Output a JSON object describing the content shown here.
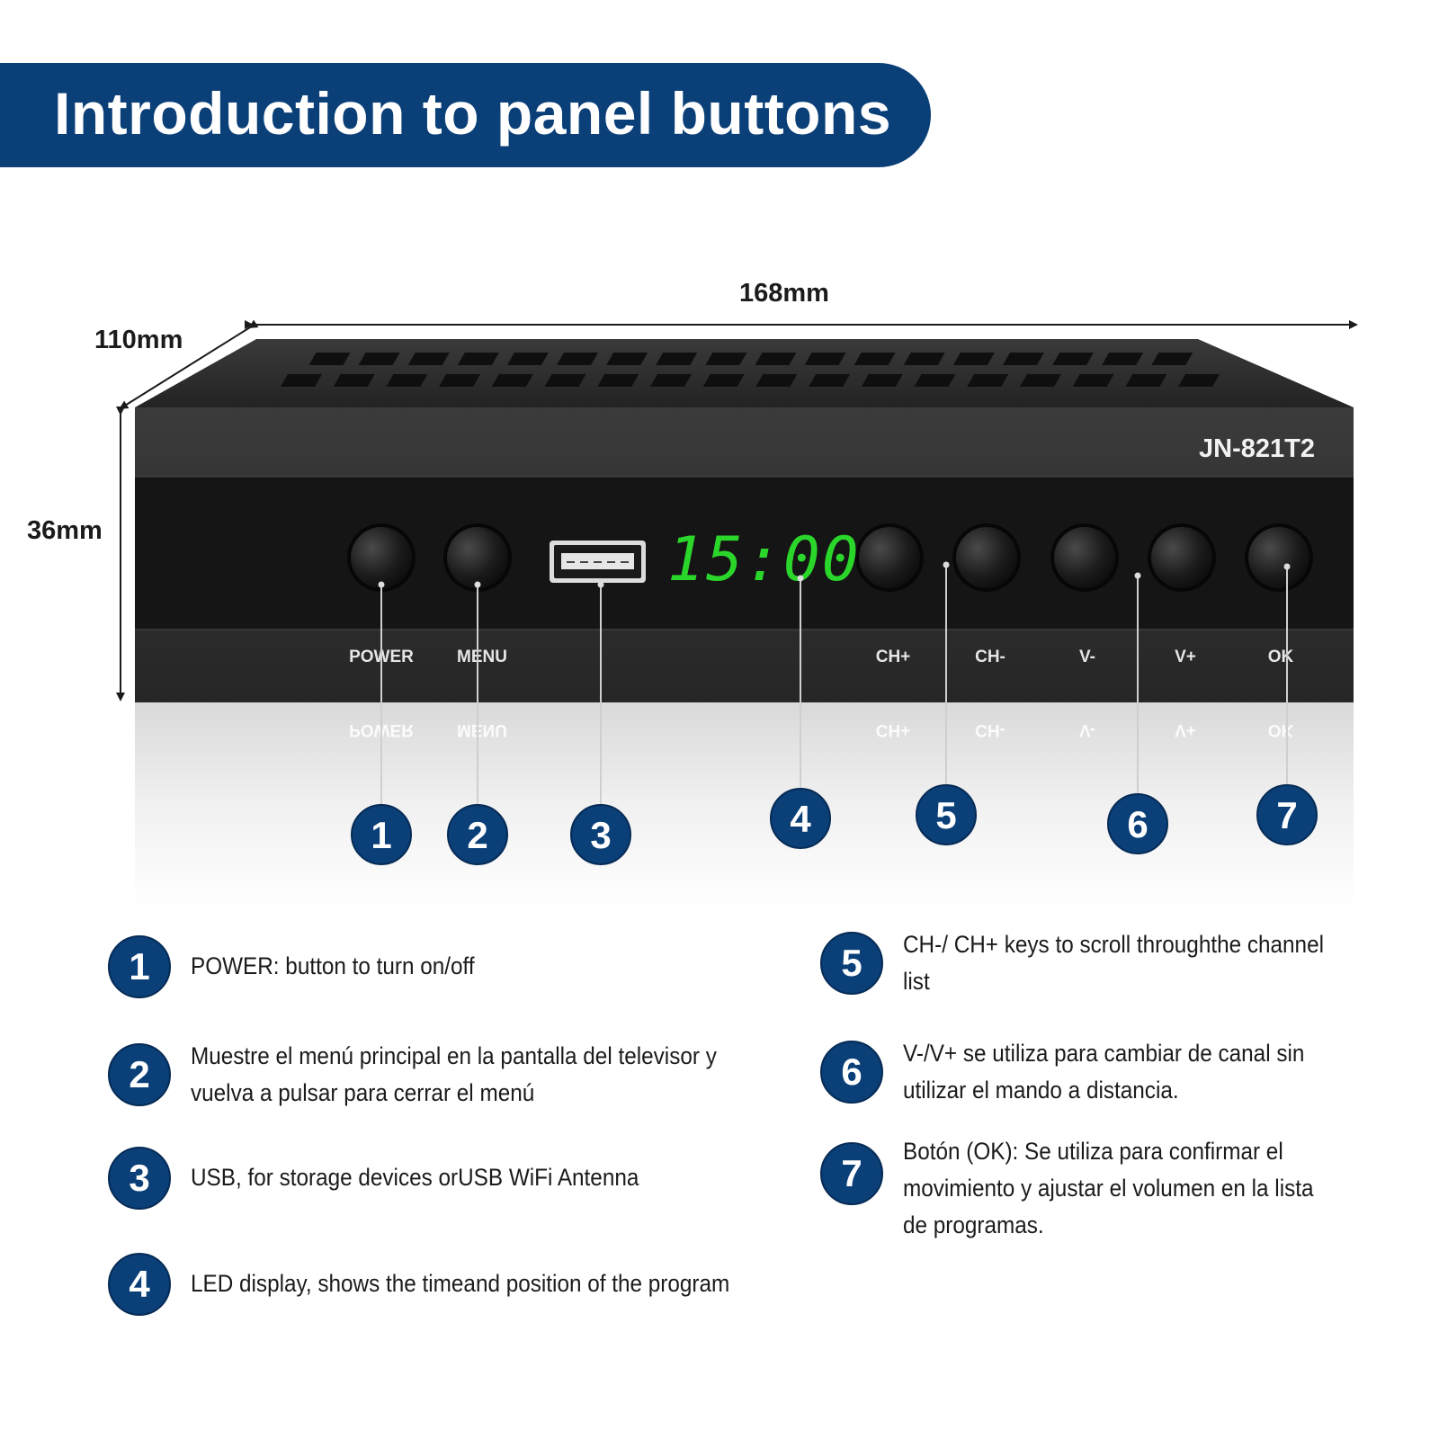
{
  "title": "Introduction to panel buttons",
  "dimensions": {
    "width": "168mm",
    "depth": "110mm",
    "height": "36mm"
  },
  "device": {
    "model": "JN-821T2",
    "display_time": "15:00",
    "display_color": "#2bd62b",
    "button_labels": [
      "POWER",
      "MENU",
      "CH+",
      "CH-",
      "V-",
      "V+",
      "OK"
    ]
  },
  "callouts": [
    "1",
    "2",
    "3",
    "4",
    "5",
    "6",
    "7"
  ],
  "legend": [
    {
      "number": "1",
      "text": "POWER: button to turn on/off"
    },
    {
      "number": "2",
      "text": "Muestre el menú principal en la pantalla del televisor y vuelva a pulsar para cerrar el menú"
    },
    {
      "number": "3",
      "text": "USB, for storage devices orUSB WiFi Antenna"
    },
    {
      "number": "4",
      "text": "LED display, shows the timeand position of the program"
    },
    {
      "number": "5",
      "text": "CH-/ CH+ keys to scroll throughthe channel list"
    },
    {
      "number": "6",
      "text": "V-/V+ se utiliza para cambiar de canal sin utilizar el mando a distancia."
    },
    {
      "number": "7",
      "text": "Botón (OK): Se utiliza para confirmar el movimiento y ajustar el volumen en la lista de programas."
    }
  ],
  "colors": {
    "accent": "#0a3f78",
    "device_body": "#2a2a2a"
  }
}
